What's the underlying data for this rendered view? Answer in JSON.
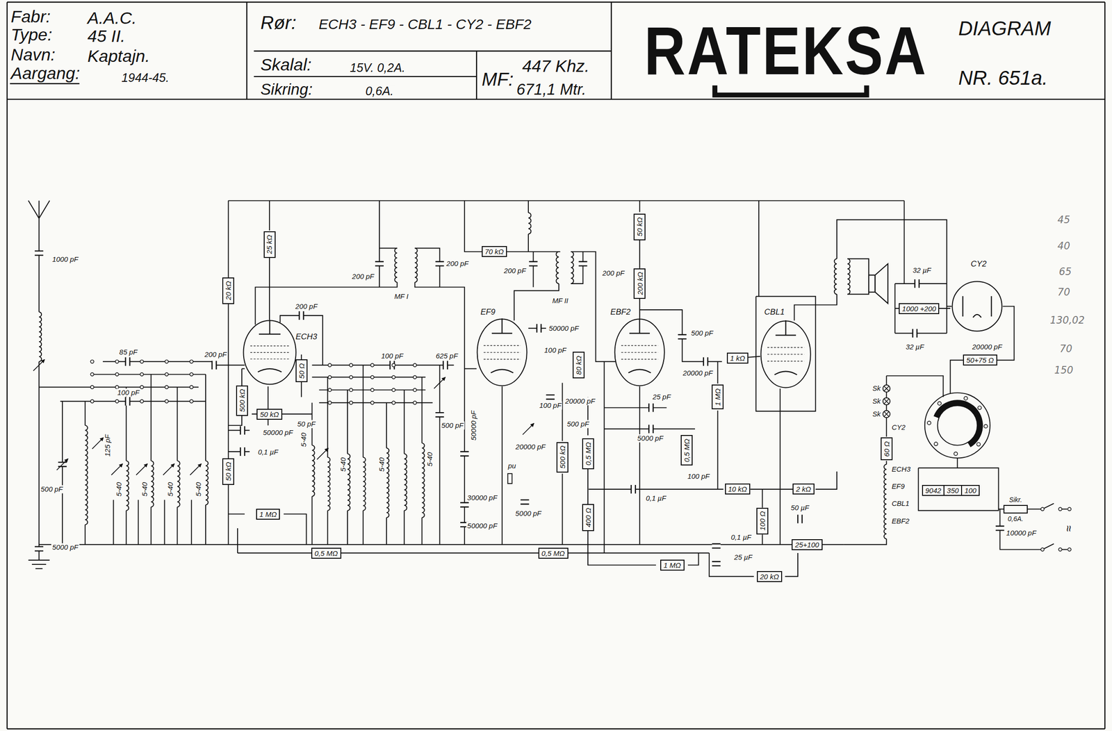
{
  "diagram": {
    "nodes": [
      {
        "text": [
          "ECH3"
        ]
      },
      {
        "text": [
          "EF9"
        ]
      },
      {
        "text": [
          "EBF2"
        ]
      },
      {
        "text": [
          "CBL1"
        ]
      },
      {
        "text": [
          "CY2"
        ]
      },
      {
        "text": [
          "25 kΩ"
        ]
      },
      {
        "text": [
          "20 kΩ"
        ]
      },
      {
        "text": [
          "500 kΩ"
        ]
      },
      {
        "text": [
          "50 Ω"
        ]
      },
      {
        "text": [
          "50 kΩ"
        ]
      },
      {
        "text": [
          "50 kΩ"
        ]
      },
      {
        "text": [
          "1 MΩ"
        ]
      },
      {
        "text": [
          "70 kΩ"
        ]
      },
      {
        "text": [
          "50 kΩ"
        ]
      },
      {
        "text": [
          "200 kΩ"
        ]
      },
      {
        "text": [
          "80 kΩ"
        ]
      },
      {
        "text": [
          "500 kΩ"
        ]
      },
      {
        "text": [
          "0,5 MΩ"
        ]
      },
      {
        "text": [
          "400 Ω"
        ]
      },
      {
        "text": [
          "1 kΩ"
        ]
      },
      {
        "text": [
          "1 MΩ"
        ]
      },
      {
        "text": [
          "0,5 MΩ"
        ]
      },
      {
        "text": [
          "10 kΩ"
        ]
      },
      {
        "text": [
          "2 kΩ"
        ]
      },
      {
        "text": [
          "100 Ω"
        ]
      },
      {
        "text": [
          "0,5 MΩ"
        ]
      },
      {
        "text": [
          "0,5 MΩ"
        ]
      },
      {
        "text": [
          "1 MΩ"
        ]
      },
      {
        "text": [
          "20 kΩ"
        ]
      },
      {
        "text": [
          "25+100"
        ]
      },
      {
        "text": [
          "1000 +200"
        ]
      },
      {
        "text": [
          "50+75 Ω"
        ]
      },
      {
        "text": [
          "60 Ω"
        ]
      },
      {
        "text": [
          "9042"
        ]
      },
      {
        "text": [
          "350"
        ]
      },
      {
        "text": [
          "100"
        ]
      },
      {
        "text": [
          "Sikr.",
          "0,6A."
        ]
      }
    ],
    "edges": [
      {
        "from": 13,
        "to": 14,
        "arrow": "none"
      },
      {
        "from": 14,
        "to": 2,
        "arrow": "none"
      },
      {
        "from": 5,
        "to": 0,
        "arrow": "none"
      },
      {
        "from": 17,
        "to": 18,
        "arrow": "none"
      },
      {
        "from": 19,
        "to": 3,
        "arrow": "none"
      },
      {
        "from": 22,
        "to": 23,
        "arrow": "none"
      }
    ],
    "labels": [
      "Fabr:",
      "A.A.C.",
      "Type:",
      "45 II.",
      "Navn:",
      "Kaptajn.",
      "Aargang:",
      "1944-45.",
      "Rør:",
      "ECH3 - EF9 - CBL1 - CY2 - EBF2",
      "Skalal:",
      "15V. 0,2A.",
      "Sikring:",
      "0,6A.",
      "MF:",
      "447 Khz.",
      "671,1 Mtr.",
      "RATEKSA",
      "DIAGRAM",
      "NR. 651a.",
      "1000 pF",
      "5000 pF",
      "85 pF",
      "100 pF",
      "125 pF",
      "500 pF",
      "5-40",
      "5-40",
      "5-40",
      "5-40",
      "200 pF",
      "200 pF",
      "50000 pF",
      "0,1 µF",
      "50 pF",
      "5-40",
      "5-40",
      "5-40",
      "5-40",
      "100 pF",
      "625 pF",
      "500 pF",
      "200 pF",
      "200 pF",
      "MF I",
      "200 pF",
      "200 pF",
      "MF II",
      "50000 pF",
      "100 pF",
      "100 pF",
      "20000 pF",
      "500 pF",
      "25 pF",
      "5000 pF",
      "20000 pF",
      "50000 pF",
      "30000 pF",
      "50000 pF",
      "pu",
      "5000 pF",
      "500 pF",
      "20000 pF",
      "100 pF",
      "0,1 µF",
      "0,1 µF",
      "25 µF",
      "50 µF",
      "32 µF",
      "32 µF",
      "20000 pF",
      "Sk",
      "Sk",
      "Sk",
      "CY2",
      "ECH3",
      "EF9",
      "CBL1",
      "EBF2",
      "10000 pF",
      "≈",
      "45",
      "40",
      "65",
      "70",
      "130,02",
      "70",
      "150"
    ]
  }
}
